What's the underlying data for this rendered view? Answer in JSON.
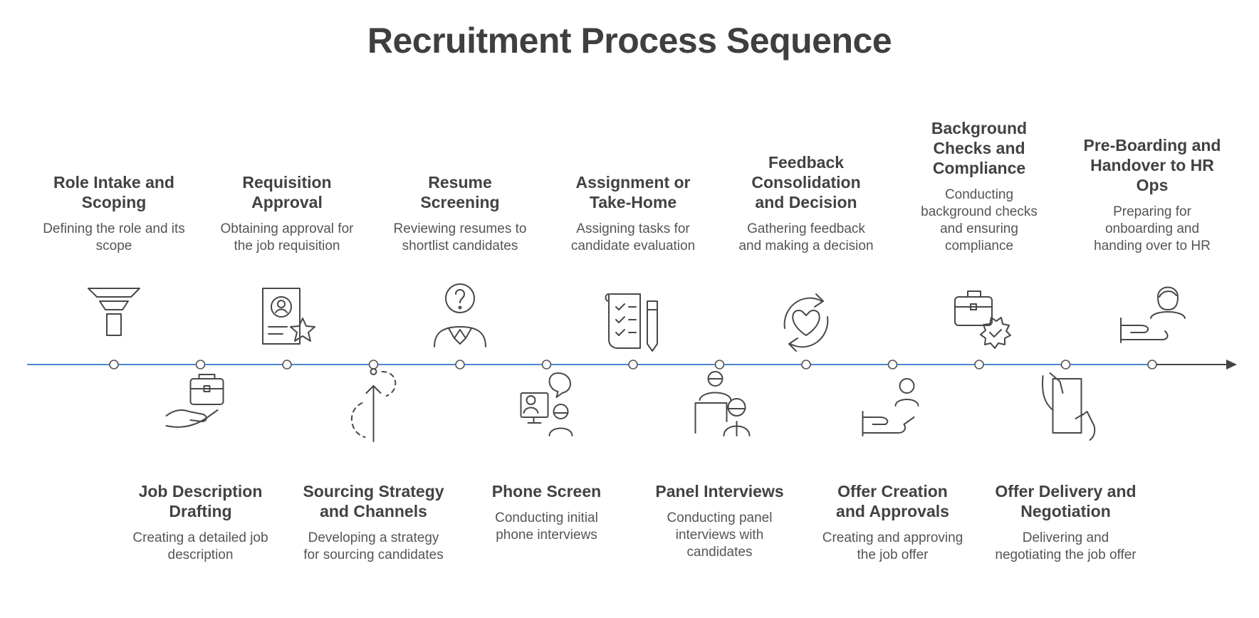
{
  "title": "Recruitment Process Sequence",
  "colors": {
    "timeline_line": "#4a86d6",
    "arrow": "#444444",
    "text": "#424242",
    "icon": "#484848"
  },
  "steps": [
    {
      "title": "Role Intake and Scoping",
      "description": "Defining the role and its scope",
      "icon": "funnel-icon",
      "side": "top"
    },
    {
      "title": "Job Description Drafting",
      "description": "Creating a detailed job description",
      "icon": "hand-briefcase-icon",
      "side": "bottom"
    },
    {
      "title": "Requisition Approval",
      "description": "Obtaining approval for the job requisition",
      "icon": "document-star-icon",
      "side": "top"
    },
    {
      "title": "Sourcing Strategy and Channels",
      "description": "Developing a strategy for sourcing candidates",
      "icon": "path-arrow-icon",
      "side": "bottom"
    },
    {
      "title": "Resume Screening",
      "description": "Reviewing resumes to shortlist candidates",
      "icon": "question-person-icon",
      "side": "top"
    },
    {
      "title": "Phone Screen",
      "description": "Conducting initial phone interviews",
      "icon": "video-call-icon",
      "side": "bottom"
    },
    {
      "title": "Assignment or Take-Home",
      "description": "Assigning tasks for candidate evaluation",
      "icon": "checklist-pen-icon",
      "side": "top"
    },
    {
      "title": "Panel Interviews",
      "description": "Conducting panel interviews with candidates",
      "icon": "interview-icon",
      "side": "bottom"
    },
    {
      "title": "Feedback Consolidation and Decision",
      "description": "Gathering feedback and making a decision",
      "icon": "heart-cycle-icon",
      "side": "top"
    },
    {
      "title": "Offer Creation and Approvals",
      "description": "Creating and approving the job offer",
      "icon": "hand-person-icon",
      "side": "bottom"
    },
    {
      "title": "Background Checks and Compliance",
      "description": "Conducting background checks and ensuring compliance",
      "icon": "briefcase-badge-icon",
      "side": "top"
    },
    {
      "title": "Offer Delivery and Negotiation",
      "description": "Delivering and negotiating the job offer",
      "icon": "hands-document-icon",
      "side": "bottom"
    },
    {
      "title": "Pre-Boarding and Handover to HR Ops",
      "description": "Preparing for onboarding and handing over to HR",
      "icon": "handover-person-icon",
      "side": "top"
    }
  ]
}
